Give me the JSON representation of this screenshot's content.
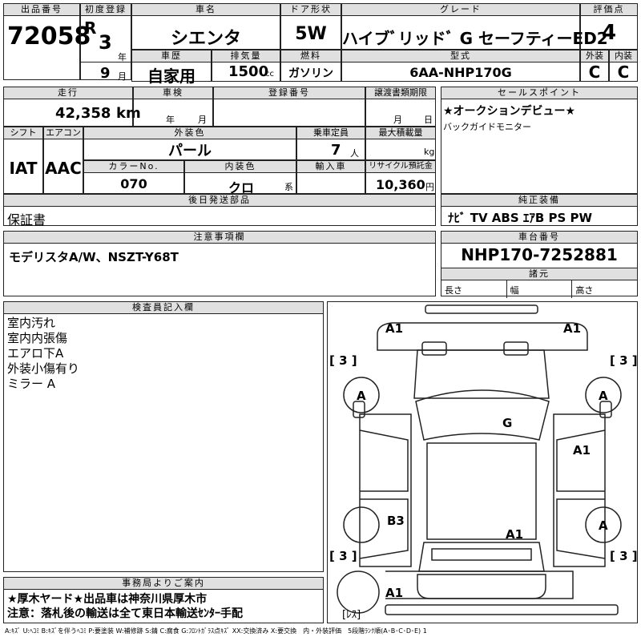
{
  "header": {
    "lot_label": "出品番号",
    "lot": "72058",
    "reg_label": "初度登録",
    "era": "R",
    "year": "3",
    "year_unit": "年",
    "month": "9",
    "month_unit": "月",
    "name_label": "車名",
    "name": "シエンタ",
    "door_label": "ドア形状",
    "door": "5W",
    "grade_label": "グレード",
    "grade": "ハイブﾞリッドﾞ G セーフティーED2",
    "score_label": "評価点",
    "score": "4",
    "history_label": "車歴",
    "history": "自家用",
    "disp_label": "排気量",
    "disp": "1500",
    "disp_unit": "cc",
    "fuel_label": "燃料",
    "fuel": "ガソリン",
    "model_label": "型式",
    "model": "6AA-NHP170G",
    "ext_label": "外装",
    "ext": "C",
    "int_label": "内装",
    "int": "C"
  },
  "row2": {
    "mileage_label": "走行",
    "mileage": "42,358",
    "mileage_unit": "km",
    "inspection_label": "車検",
    "insp_year": "年",
    "insp_month": "月",
    "plate_label": "登録番号",
    "transfer_label": "譲渡書類期限",
    "tr_month": "月",
    "tr_day": "日",
    "shift_label": "シフト",
    "shift": "IAT",
    "ac_label": "エアコン",
    "ac": "AAC",
    "color_label": "外装色",
    "color": "パール",
    "capacity_label": "乗車定員",
    "capacity": "7",
    "capacity_unit": "人",
    "load_label": "最大積載量",
    "load_unit": "kg",
    "colorno_label": "カラーNo.",
    "colorno": "070",
    "intcolor_label": "内装色",
    "intcolor": "クロ",
    "intcolor_unit": "系",
    "import_label": "輸入車",
    "recycle_label": "リサイクル預託金",
    "recycle": "10,360",
    "recycle_unit": "円",
    "ship_label": "後日発送部品",
    "ship": "保証書"
  },
  "sales": {
    "label": "セールスポイント",
    "line1": "★オークションデビュー★",
    "line2": "バックガイドモニター",
    "equip_label": "純正装備",
    "equip": "ﾅﾋﾞ TV ABS ｴｱB PS PW"
  },
  "notes": {
    "label": "注意事項欄",
    "text": "モデリスタA/W、NSZT-Y68T"
  },
  "chassis": {
    "label": "車台番号",
    "value": "NHP170-7252881",
    "dims_label": "諸元",
    "length": "長さ",
    "width": "幅",
    "height": "高さ"
  },
  "inspector": {
    "label": "検査員記入欄",
    "lines": [
      "室内汚れ",
      "室内内張傷",
      "エアロ下A",
      "外装小傷有り",
      "ミラー A"
    ]
  },
  "office": {
    "label": "事務局よりご案内",
    "line1": "★厚木ヤード★出品車は神奈川県厚木市",
    "line2": "注意：落札後の輸送は全て東日本輸送ｾﾝﾀｰ手配"
  },
  "diagram": {
    "marks": [
      "A1",
      "A1",
      "[ 3 ]",
      "[ 3 ]",
      "A",
      "A",
      "G",
      "A1",
      "B3",
      "A1",
      "A",
      "[ 3 ]",
      "[ 3 ]",
      "A1",
      "[ﾚｽ]"
    ]
  },
  "legend": "A:ｷｽﾞ U:ﾍｺﾐ B:ｷｽﾞを伴うﾍｺﾐ P:要塗装 W:補修跡 S:錆 C:腐食 G:ﾌﾛﾝﾄｶﾞﾗｽ点ｷｽﾞ XX:交換済み X:要交換　内・外装評価　5段階ﾗﾝｸ順(A･B･C･D･E) 1"
}
